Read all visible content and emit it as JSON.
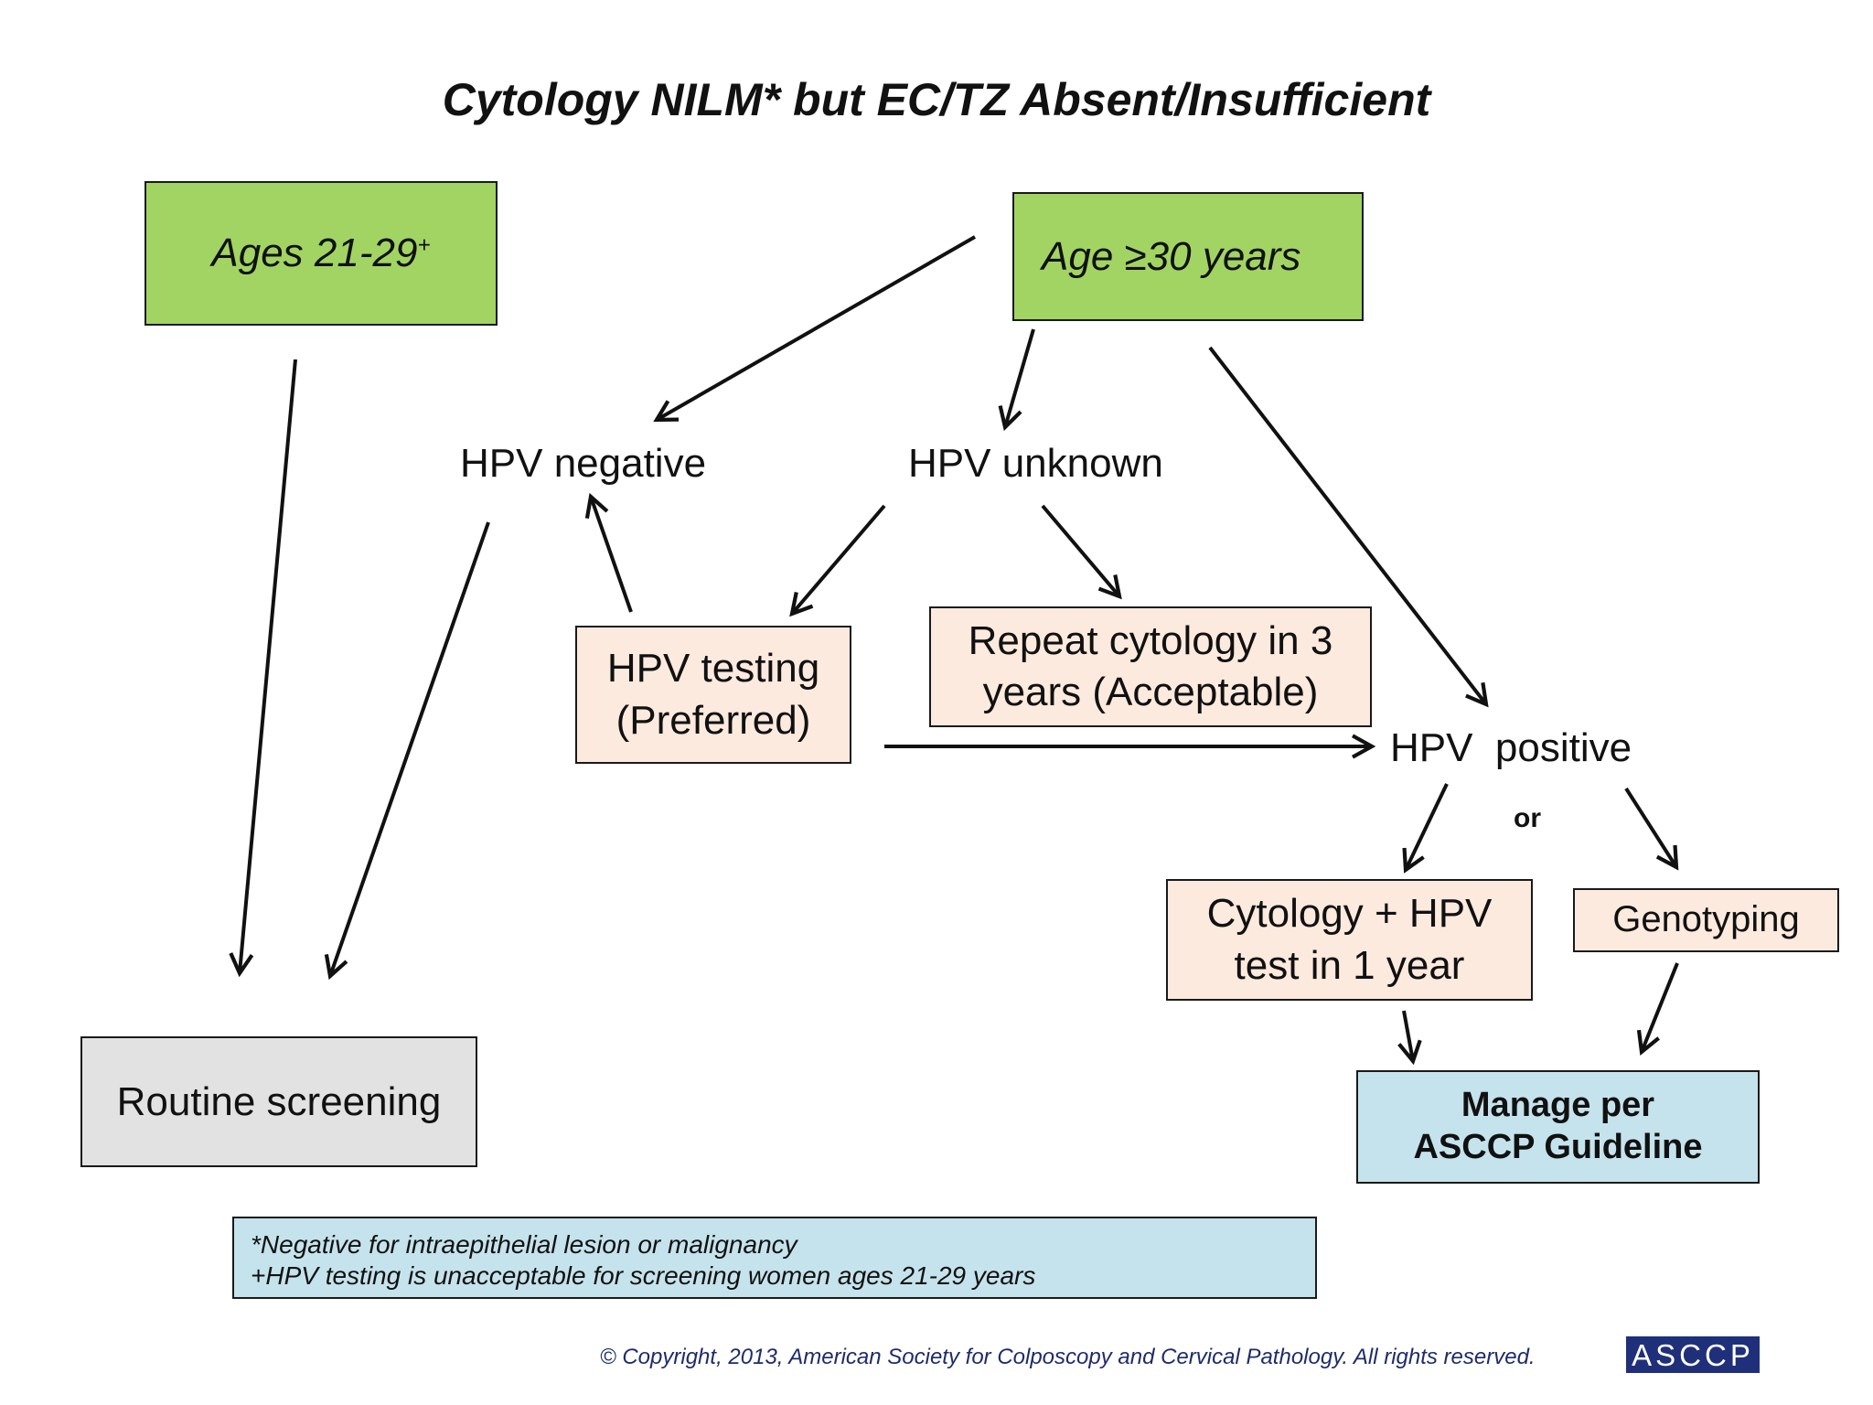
{
  "title": "Cytology NILM* but EC/TZ Absent/Insufficient",
  "nodes": {
    "ages_21_29": "Ages 21-29",
    "ages_21_29_sup": "+",
    "age_30": "Age ≥30 years",
    "hpv_negative": "HPV negative",
    "hpv_unknown": "HPV unknown",
    "hpv_testing_line1": "HPV testing",
    "hpv_testing_line2": "(Preferred)",
    "repeat_cytology_line1": "Repeat cytology in 3",
    "repeat_cytology_line2": "years (Acceptable)",
    "hpv_positive": "HPV  positive",
    "or": "or",
    "cytology_hpv_line1": "Cytology + HPV",
    "cytology_hpv_line2": "test in 1 year",
    "genotyping": "Genotyping",
    "routine_screening": "Routine screening",
    "manage_line1": "Manage per",
    "manage_line2": "ASCCP Guideline"
  },
  "footnotes": {
    "note1": "*Negative for intraepithelial lesion or malignancy",
    "note2": "+HPV testing is unacceptable for screening women ages 21-29 years"
  },
  "copyright": "© Copyright, 2013, American Society for Colposcopy and Cervical Pathology.  All rights reserved.",
  "logo_text": "ASCCP",
  "colors": {
    "age_box": "#a2d463",
    "option_box": "#fdeade",
    "routine_box": "#e2e2e2",
    "guideline_box": "#c5e3ec",
    "logo": "#1f2f7a"
  }
}
